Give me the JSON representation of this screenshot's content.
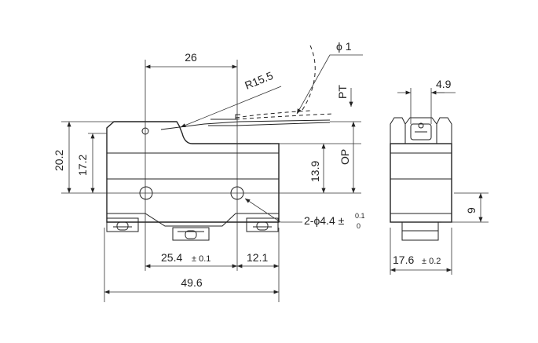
{
  "dimensions": {
    "lever_offset": "26",
    "radius": "R15.5",
    "roller_dia": "ϕ 1",
    "pt": "PT",
    "pt_width": "4.9",
    "op": "OP",
    "total_height": "20.2",
    "body_height": "17.2",
    "op_height": "13.9",
    "hole_spacing": "25.4",
    "hole_spacing_tol": "± 0.1",
    "hole_to_end": "12.1",
    "overall_length": "49.6",
    "mount_holes": "2-ϕ4.4 ±",
    "mount_holes_tol_upper": "0.1",
    "mount_holes_tol_lower": "0",
    "terminal_height": "9",
    "width": "17.6",
    "width_tol": "± 0.2"
  }
}
